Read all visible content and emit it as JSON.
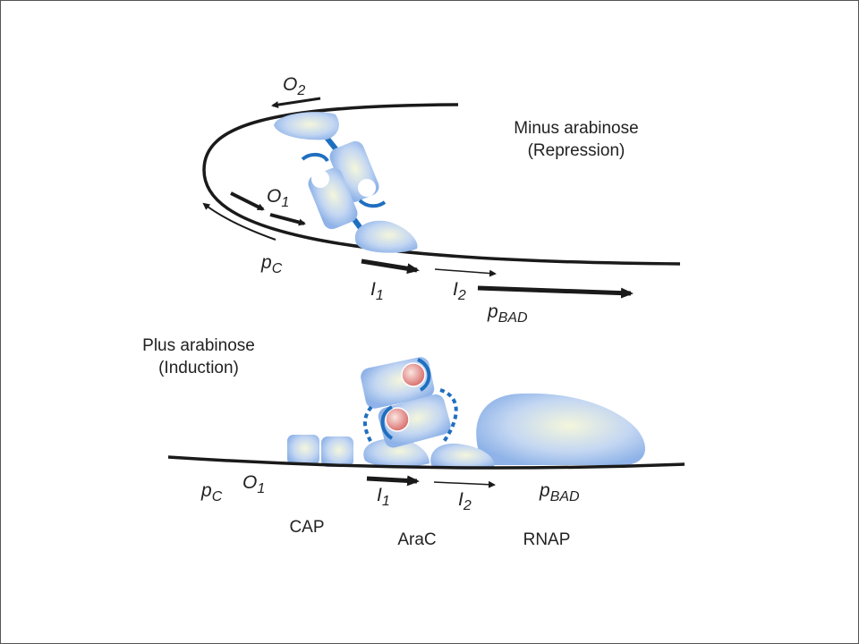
{
  "colors": {
    "dna": "#1a1a1a",
    "protein_edge": "#8fb3e8",
    "protein_center": "#f4f6dc",
    "linker": "#1f6fc0",
    "arabinose": "#e07a7a"
  },
  "top_panel": {
    "condition": "Minus arabinose",
    "state": "(Repression)",
    "labels": {
      "o2": {
        "base": "O",
        "sub": "2"
      },
      "o1": {
        "base": "O",
        "sub": "1"
      },
      "pc": {
        "base": "p",
        "sub": "C"
      },
      "i1": {
        "base": "I",
        "sub": "1"
      },
      "i2": {
        "base": "I",
        "sub": "2"
      },
      "pbad": {
        "base": "p",
        "sub": "BAD"
      }
    }
  },
  "bottom_panel": {
    "condition": "Plus arabinose",
    "state": "(Induction)",
    "labels": {
      "pc": {
        "base": "p",
        "sub": "C"
      },
      "o1": {
        "base": "O",
        "sub": "1"
      },
      "i1": {
        "base": "I",
        "sub": "1"
      },
      "i2": {
        "base": "I",
        "sub": "2"
      },
      "pbad": {
        "base": "p",
        "sub": "BAD"
      }
    },
    "proteins": {
      "cap": "CAP",
      "arac": "AraC",
      "rnap": "RNAP"
    }
  }
}
